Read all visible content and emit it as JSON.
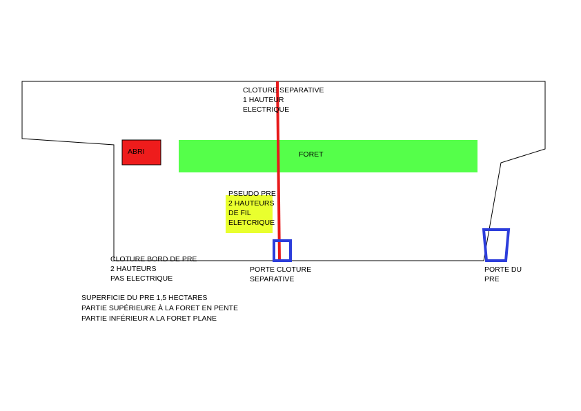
{
  "labels": {
    "cloture_separative": [
      "CLOTURE SEPARATIVE",
      "1 HAUTEUR",
      "ELECTRIQUE"
    ],
    "abri": "ABRI",
    "foret": "FORET",
    "pseudo_pre": [
      "PSEUDO PRE",
      "2 HAUTEURS",
      "DE FIL",
      "ELETCRIQUE"
    ],
    "cloture_bord": [
      "CLOTURE BORD DE PRE",
      "2 HAUTEURS",
      "PAS ELECTRIQUE"
    ],
    "porte_cloture": [
      "PORTE CLOTURE",
      "SEPARATIVE"
    ],
    "porte_pre": [
      "PORTE DU",
      "PRE"
    ],
    "notes": [
      "SUPERFICIE DU PRE 1,5 HECTARES",
      "PARTIE SUPÉRIEURE À LA FORET EN PENTE",
      "PARTIE INFÉRIEUR A LA FORET PLANE"
    ]
  },
  "colors": {
    "outline": "#000000",
    "electric_fence": "#e8191b",
    "shelter": "#ee1c1c",
    "forest": "#55ff4a",
    "pseudo_pre": "#e9ff2e",
    "gate": "#2c3ddb"
  }
}
